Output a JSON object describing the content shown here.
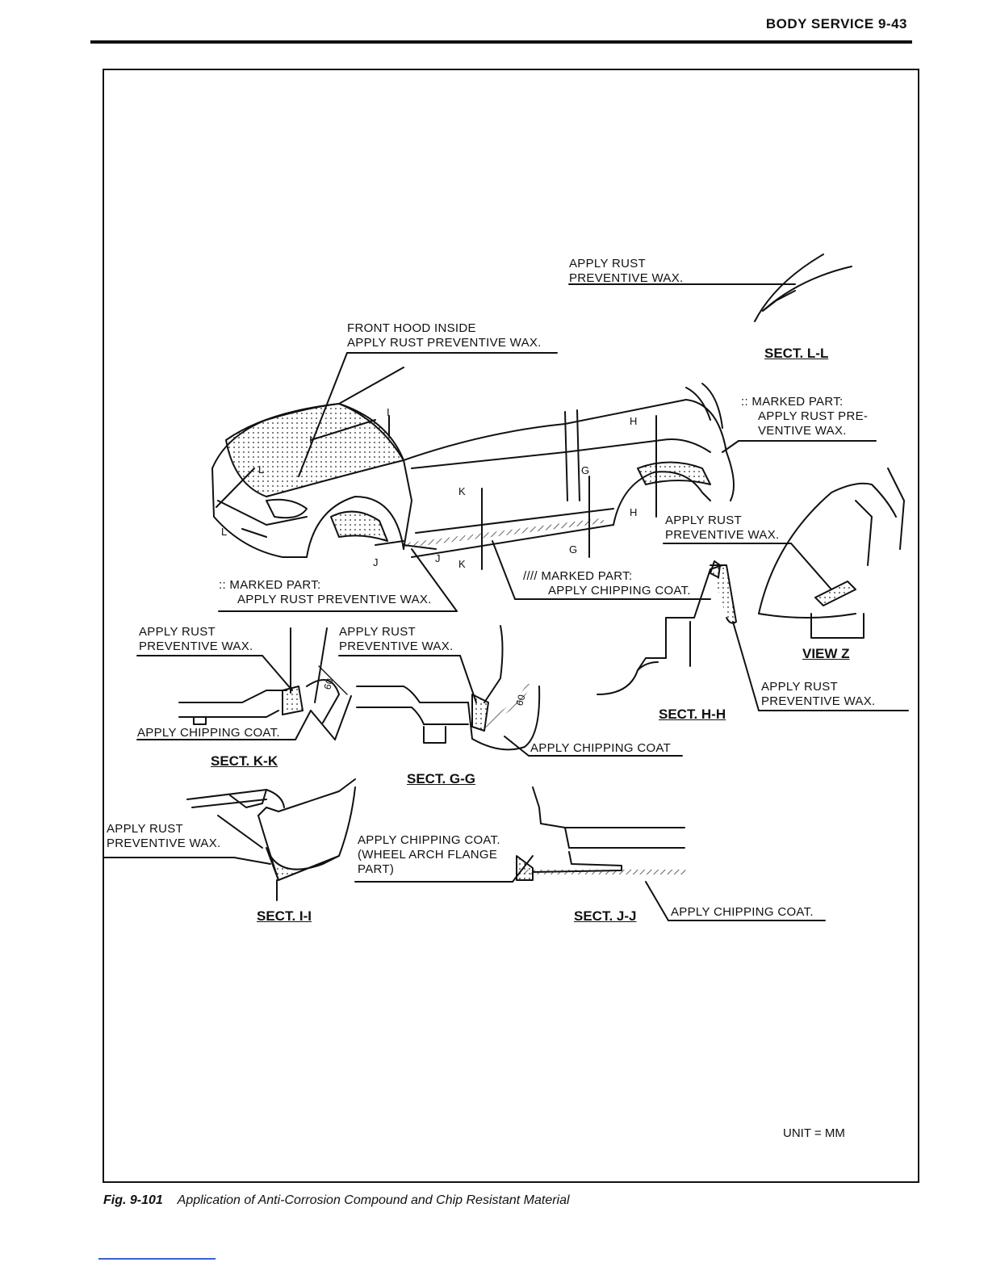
{
  "header": {
    "title": "BODY SERVICE 9-43"
  },
  "labels": {
    "sect_ll_note": [
      "APPLY RUST",
      "PREVENTIVE WAX."
    ],
    "hood_note": [
      "FRONT HOOD INSIDE",
      "APPLY RUST PREVENTIVE WAX."
    ],
    "rear_marked_note": [
      ":: MARKED PART:",
      "APPLY RUST PRE-",
      "VENTIVE WAX."
    ],
    "rear_arch_note": [
      "APPLY RUST",
      "PREVENTIVE WAX."
    ],
    "front_marked_note": [
      ":: MARKED PART:",
      "APPLY RUST PREVENTIVE WAX."
    ],
    "chipping_marked_note": [
      "//// MARKED PART:",
      "APPLY CHIPPING COAT."
    ],
    "kk_wax_note": [
      "APPLY RUST",
      "PREVENTIVE WAX."
    ],
    "gg_wax_note": [
      "APPLY RUST",
      "PREVENTIVE WAX."
    ],
    "kk_chip_note": "APPLY CHIPPING COAT.",
    "gg_chip_note": "APPLY CHIPPING COAT",
    "hh_wax_note": [
      "APPLY RUST",
      "PREVENTIVE WAX."
    ],
    "ii_wax_note": [
      "APPLY RUST",
      "PREVENTIVE WAX."
    ],
    "jj_flange_note": [
      "APPLY CHIPPING COAT.",
      "(WHEEL ARCH FLANGE",
      "PART)"
    ],
    "jj_chip_note": "APPLY CHIPPING COAT.",
    "unit": "UNIT = MM"
  },
  "section_titles": {
    "ll": "SECT. L-L",
    "view_z": "VIEW Z",
    "hh": "SECT. H-H",
    "kk": "SECT. K-K",
    "gg": "SECT. G-G",
    "ii": "SECT. I-I",
    "jj": "SECT. J-J"
  },
  "markers": {
    "i": "I",
    "l": "L",
    "k": "K",
    "j": "J",
    "g": "G",
    "h": "H",
    "dim_60": "60"
  },
  "caption": {
    "number": "Fig. 9-101",
    "text": "Application of Anti-Corrosion Compound and Chip Resistant Material"
  }
}
